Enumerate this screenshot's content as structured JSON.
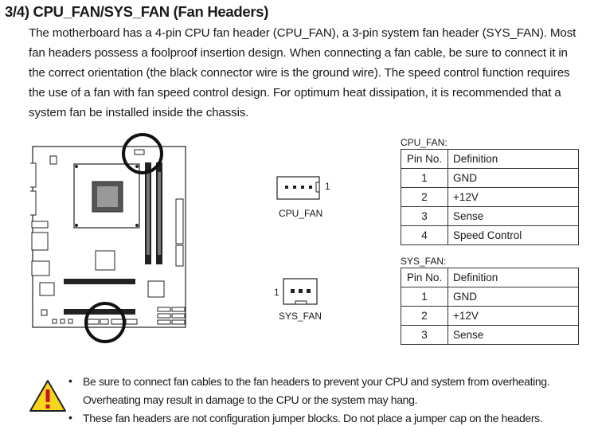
{
  "section": {
    "title": "3/4) CPU_FAN/SYS_FAN (Fan Headers)",
    "body_lines": [
      "The motherboard has a 4-pin CPU fan header (CPU_FAN), a 3-pin system fan header (SYS_FAN). Most",
      "fan headers possess a foolproof insertion design. When connecting a fan cable, be sure to connect it in",
      "the correct orientation (the black connector wire is the ground wire). The speed control function requires",
      "the use of a fan with fan speed control design. For optimum heat dissipation, it is recommended that a",
      "system fan be installed inside the chassis."
    ]
  },
  "diagram": {
    "cpu_fan_label": "CPU_FAN",
    "sys_fan_label": "SYS_FAN",
    "cpu_pin1_marker": "1",
    "sys_pin1_marker": "1"
  },
  "cpu_fan_table": {
    "caption": "CPU_FAN:",
    "headers": [
      "Pin No.",
      "Definition"
    ],
    "rows": [
      [
        "1",
        "GND"
      ],
      [
        "2",
        "+12V"
      ],
      [
        "3",
        "Sense"
      ],
      [
        "4",
        "Speed Control"
      ]
    ]
  },
  "sys_fan_table": {
    "caption": "SYS_FAN:",
    "headers": [
      "Pin No.",
      "Definition"
    ],
    "rows": [
      [
        "1",
        "GND"
      ],
      [
        "2",
        "+12V"
      ],
      [
        "3",
        "Sense"
      ]
    ]
  },
  "notes": [
    "Be sure to connect fan cables to the fan headers to prevent your CPU and system from overheating. Overheating may result in damage to the CPU or the system may hang.",
    "These fan headers are not configuration jumper blocks. Do not place a jumper cap on the headers."
  ],
  "icons": {
    "warning": "warning-triangle-icon",
    "board": "motherboard-layout-icon"
  }
}
